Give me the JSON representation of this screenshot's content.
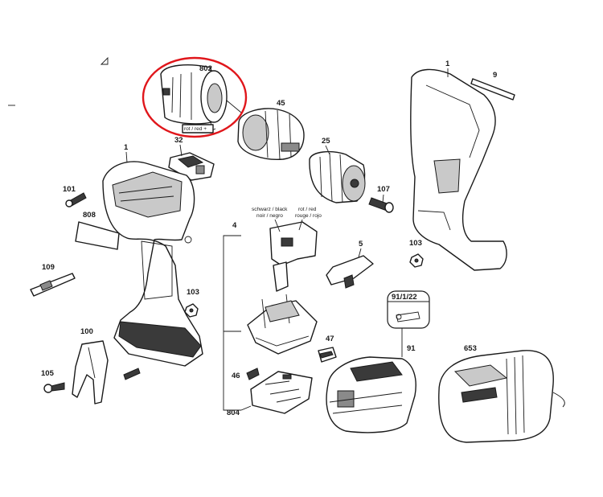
{
  "labels": {
    "motor": "802",
    "motor_wire": "rot / red +",
    "gearbox": "45",
    "switch_cap": "32",
    "chuck": "25",
    "housing_left": "1",
    "housing_right": "1",
    "clip": "9",
    "screw_101": "101",
    "screw_107": "107",
    "nut_103_right": "103",
    "nut_103_left": "103",
    "label_808": "808",
    "bit_109": "109",
    "switch_group": "4",
    "wire_black_1": "schwarz / black",
    "wire_black_2": "noir / negro",
    "wire_red_1": "rot / red",
    "wire_red_2": "rouge / rojo",
    "lever_5": "5",
    "battery_code": "91/1/22",
    "battery": "91",
    "charger": "653",
    "belt_clip": "100",
    "screw_105": "105",
    "led_47": "47",
    "screw_46": "46",
    "pcb_804": "804"
  },
  "highlight": {
    "color": "#e0161b",
    "target": "802"
  }
}
